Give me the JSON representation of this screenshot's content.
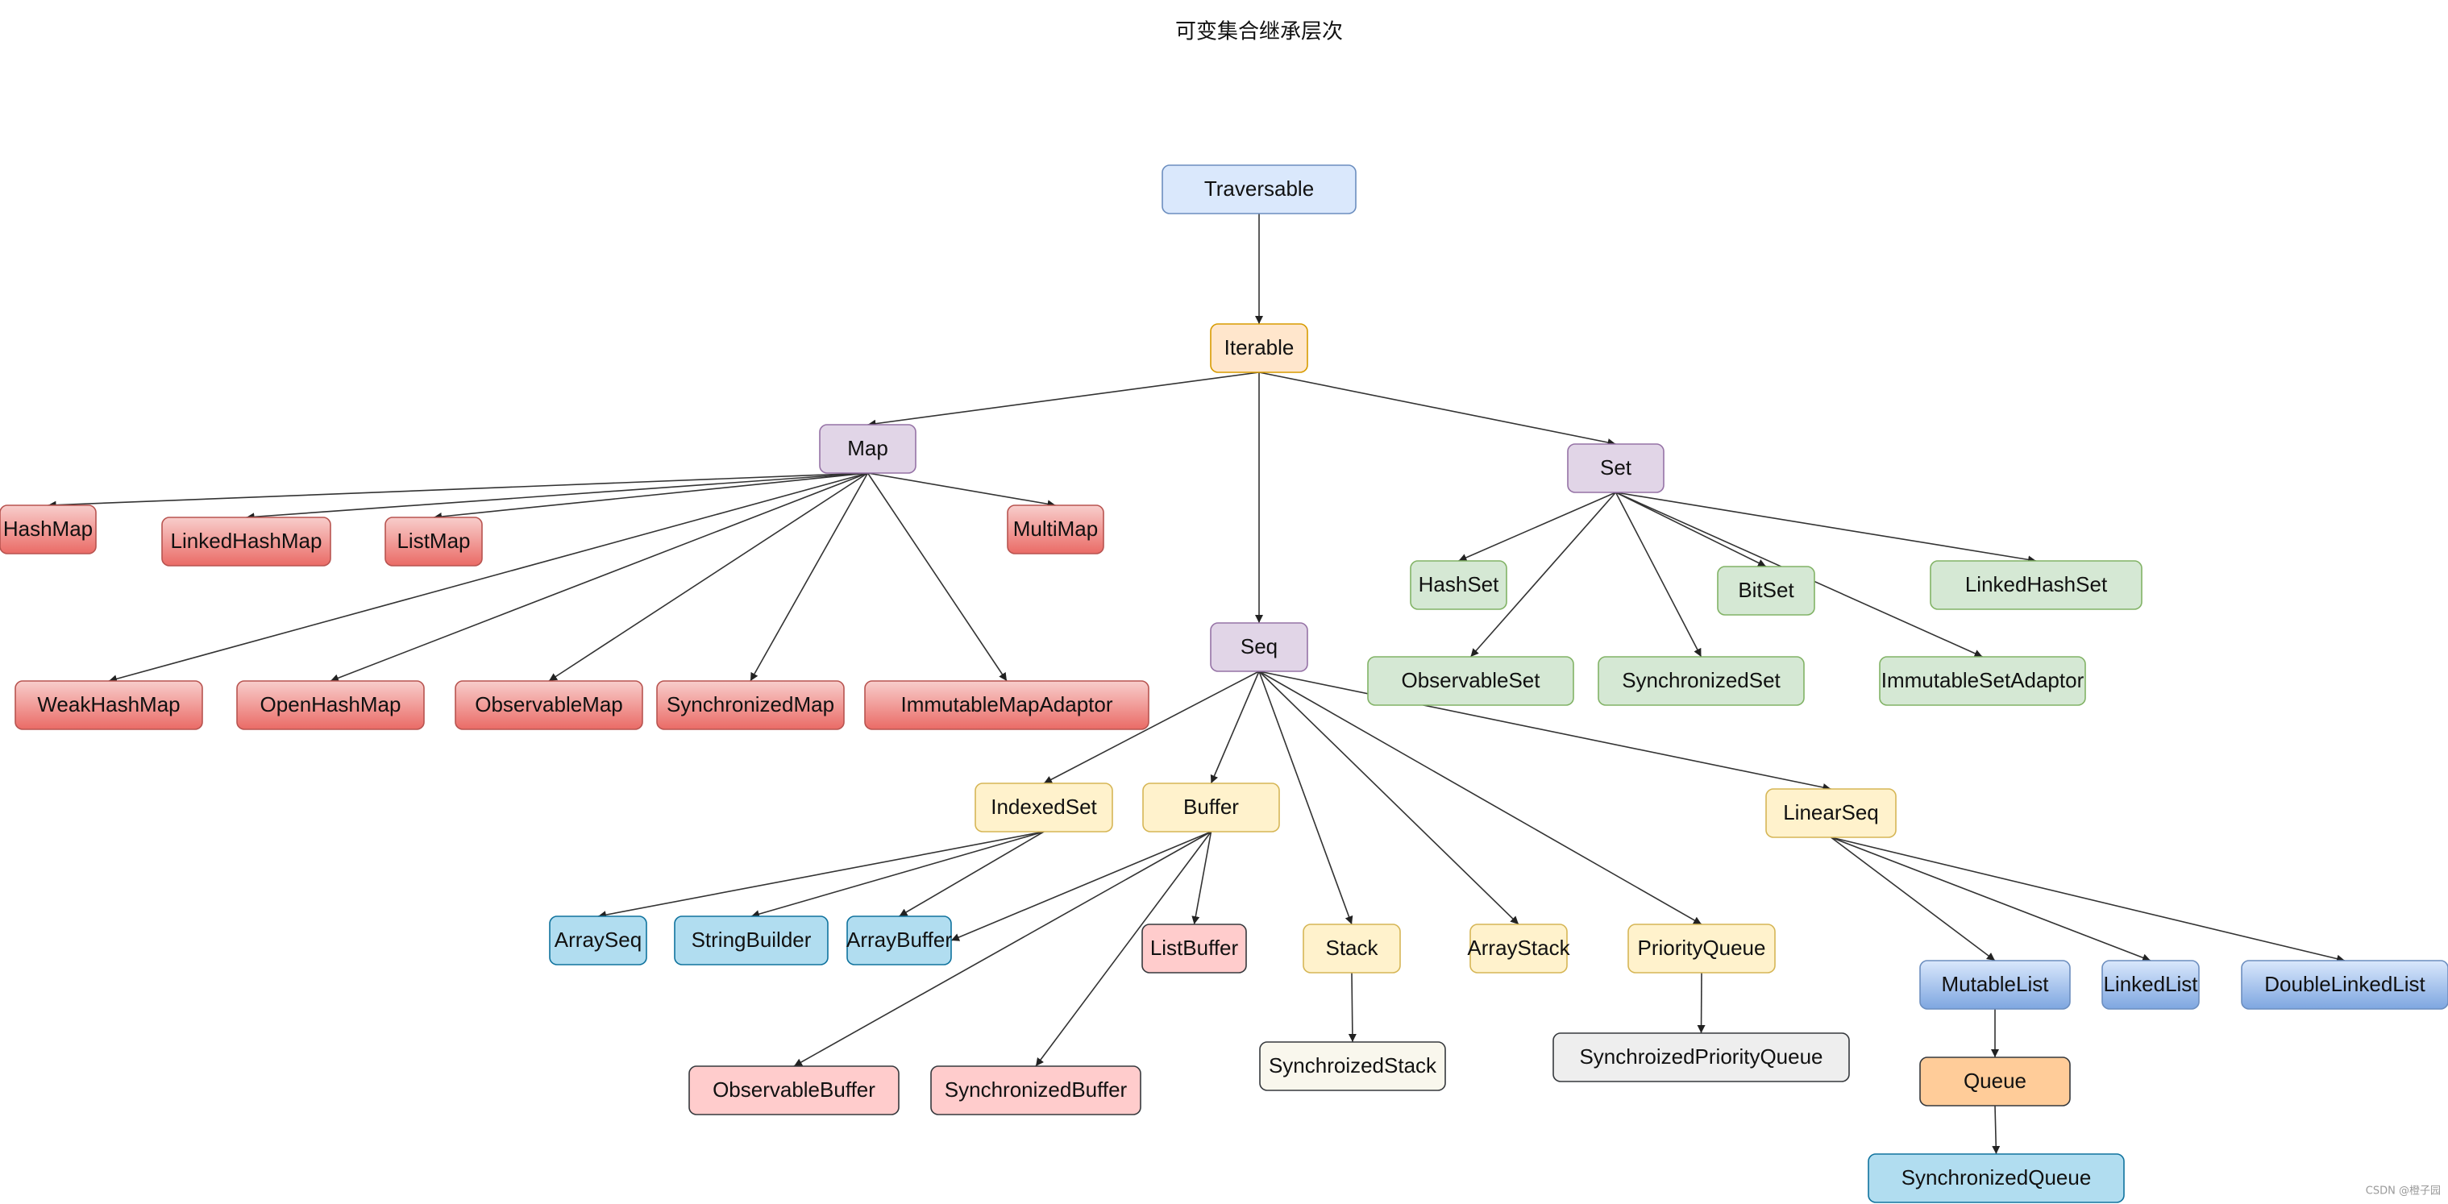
{
  "title": "可变集合继承层次",
  "watermark": "CSDN @橙子园",
  "styles": {
    "blue_light": {
      "fill": "#dae8fc",
      "stroke": "#6c8ebf"
    },
    "orange_light": {
      "fill": "#ffe6cc",
      "stroke": "#d79b00"
    },
    "purple": {
      "fill": "#e1d5e7",
      "stroke": "#9673a6"
    },
    "red_grad": {
      "fill": "#ea6b66",
      "stroke": "#b85450",
      "gradient": "#f8cecc"
    },
    "green": {
      "fill": "#d5e8d4",
      "stroke": "#82b366"
    },
    "yellow": {
      "fill": "#fff2cc",
      "stroke": "#d6b656"
    },
    "cyan": {
      "fill": "#b1ddf0",
      "stroke": "#10739e"
    },
    "pink": {
      "fill": "#ffcccc",
      "stroke": "#36393d"
    },
    "cream": {
      "fill": "#f9f7ed",
      "stroke": "#36393d"
    },
    "gray": {
      "fill": "#eeeeee",
      "stroke": "#36393d"
    },
    "blue_grad": {
      "fill": "#7ea6e0",
      "stroke": "#6c8ebf",
      "gradient": "#dae8fc"
    },
    "orange_solid": {
      "fill": "#ffcc99",
      "stroke": "#36393d"
    }
  },
  "nodes": {
    "Traversable": {
      "label": "Traversable",
      "style": "blue_light"
    },
    "Iterable": {
      "label": "Iterable",
      "style": "orange_light"
    },
    "Map": {
      "label": "Map",
      "style": "purple"
    },
    "Set": {
      "label": "Set",
      "style": "purple"
    },
    "Seq": {
      "label": "Seq",
      "style": "purple"
    },
    "HashMap": {
      "label": "HashMap",
      "style": "red_grad"
    },
    "LinkedHashMap": {
      "label": "LinkedHashMap",
      "style": "red_grad"
    },
    "ListMap": {
      "label": "ListMap",
      "style": "red_grad"
    },
    "MultiMap": {
      "label": "MultiMap",
      "style": "red_grad"
    },
    "WeakHashMap": {
      "label": "WeakHashMap",
      "style": "red_grad"
    },
    "OpenHashMap": {
      "label": "OpenHashMap",
      "style": "red_grad"
    },
    "ObservableMap": {
      "label": "ObservableMap",
      "style": "red_grad"
    },
    "SynchronizedMap": {
      "label": "SynchronizedMap",
      "style": "red_grad"
    },
    "ImmutableMapAdaptor": {
      "label": "ImmutableMapAdaptor",
      "style": "red_grad"
    },
    "HashSet": {
      "label": "HashSet",
      "style": "green"
    },
    "BitSet": {
      "label": "BitSet",
      "style": "green"
    },
    "LinkedHashSet": {
      "label": "LinkedHashSet",
      "style": "green"
    },
    "ObservableSet": {
      "label": "ObservableSet",
      "style": "green"
    },
    "SynchronizedSet": {
      "label": "SynchronizedSet",
      "style": "green"
    },
    "ImmutableSetAdaptor": {
      "label": "ImmutableSetAdaptor",
      "style": "green"
    },
    "IndexedSet": {
      "label": "IndexedSet",
      "style": "yellow"
    },
    "Buffer": {
      "label": "Buffer",
      "style": "yellow"
    },
    "LinearSeq": {
      "label": "LinearSeq",
      "style": "yellow"
    },
    "Stack": {
      "label": "Stack",
      "style": "yellow"
    },
    "ArrayStack": {
      "label": "ArrayStack",
      "style": "yellow"
    },
    "PriorityQueue": {
      "label": "PriorityQueue",
      "style": "yellow"
    },
    "ArraySeq": {
      "label": "ArraySeq",
      "style": "cyan"
    },
    "StringBuilder": {
      "label": "StringBuilder",
      "style": "cyan"
    },
    "ArrayBuffer": {
      "label": "ArrayBuffer",
      "style": "cyan"
    },
    "ListBuffer": {
      "label": "ListBuffer",
      "style": "pink"
    },
    "ObservableBuffer": {
      "label": "ObservableBuffer",
      "style": "pink"
    },
    "SynchronizedBuffer": {
      "label": "SynchronizedBuffer",
      "style": "pink"
    },
    "SynchroizedStack": {
      "label": "SynchroizedStack",
      "style": "cream"
    },
    "SynchroizedPriorityQueue": {
      "label": "SynchroizedPriorityQueue",
      "style": "gray"
    },
    "MutableList": {
      "label": "MutableList",
      "style": "blue_grad"
    },
    "LinkedList": {
      "label": "LinkedList",
      "style": "blue_grad"
    },
    "DoubleLinkedList": {
      "label": "DoubleLinkedList",
      "style": "blue_grad"
    },
    "Queue": {
      "label": "Queue",
      "style": "orange_solid"
    },
    "SynchronizedQueue": {
      "label": "SynchronizedQueue",
      "style": "cyan"
    }
  },
  "edges": [
    [
      "Traversable",
      "Iterable"
    ],
    [
      "Iterable",
      "Map"
    ],
    [
      "Iterable",
      "Seq"
    ],
    [
      "Iterable",
      "Set"
    ],
    [
      "Map",
      "HashMap"
    ],
    [
      "Map",
      "LinkedHashMap"
    ],
    [
      "Map",
      "ListMap"
    ],
    [
      "Map",
      "MultiMap"
    ],
    [
      "Map",
      "WeakHashMap"
    ],
    [
      "Map",
      "OpenHashMap"
    ],
    [
      "Map",
      "ObservableMap"
    ],
    [
      "Map",
      "SynchronizedMap"
    ],
    [
      "Map",
      "ImmutableMapAdaptor"
    ],
    [
      "Set",
      "HashSet"
    ],
    [
      "Set",
      "BitSet"
    ],
    [
      "Set",
      "LinkedHashSet"
    ],
    [
      "Set",
      "ObservableSet"
    ],
    [
      "Set",
      "SynchronizedSet"
    ],
    [
      "Set",
      "ImmutableSetAdaptor"
    ],
    [
      "Seq",
      "IndexedSet"
    ],
    [
      "Seq",
      "Buffer"
    ],
    [
      "Seq",
      "Stack"
    ],
    [
      "Seq",
      "ArrayStack"
    ],
    [
      "Seq",
      "PriorityQueue"
    ],
    [
      "Seq",
      "LinearSeq"
    ],
    [
      "IndexedSet",
      "ArraySeq"
    ],
    [
      "IndexedSet",
      "StringBuilder"
    ],
    [
      "IndexedSet",
      "ArrayBuffer"
    ],
    [
      "Buffer",
      "ArrayBuffer"
    ],
    [
      "Buffer",
      "ListBuffer"
    ],
    [
      "Buffer",
      "ObservableBuffer"
    ],
    [
      "Buffer",
      "SynchronizedBuffer"
    ],
    [
      "Stack",
      "SynchroizedStack"
    ],
    [
      "PriorityQueue",
      "SynchroizedPriorityQueue"
    ],
    [
      "LinearSeq",
      "MutableList"
    ],
    [
      "LinearSeq",
      "LinkedList"
    ],
    [
      "LinearSeq",
      "DoubleLinkedList"
    ],
    [
      "MutableList",
      "Queue"
    ],
    [
      "Queue",
      "SynchronizedQueue"
    ]
  ]
}
